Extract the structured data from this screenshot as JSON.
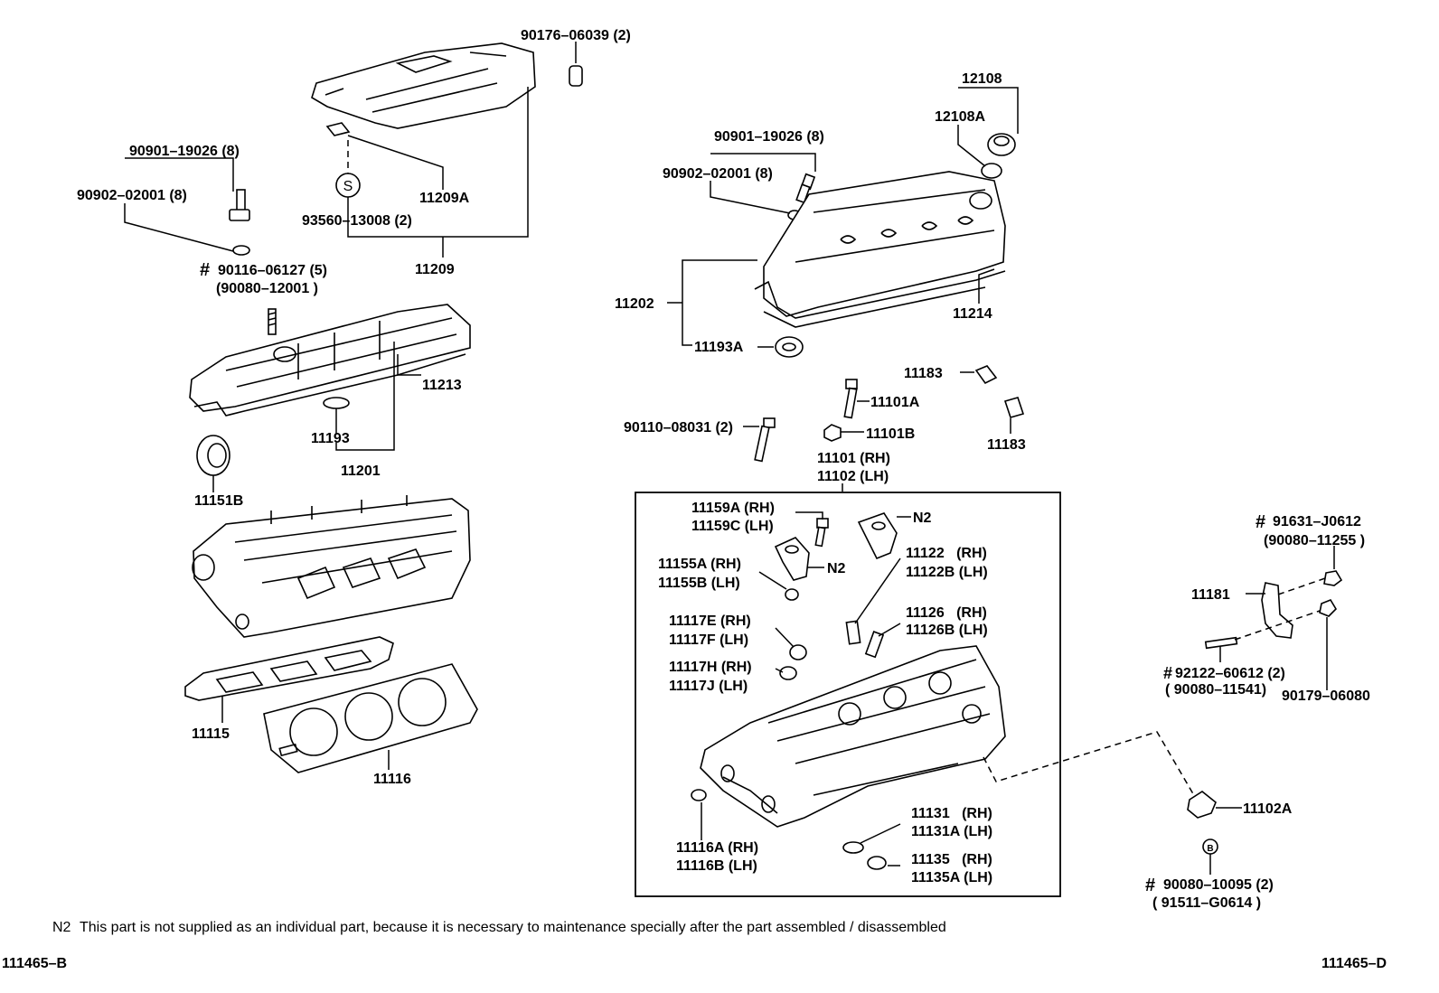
{
  "labels": {
    "l_90176_06039": "90176–06039 (2)",
    "l_12108": "12108",
    "l_12108A": "12108A",
    "l_90901_19026_left": "90901–19026 (8)",
    "l_90902_02001_left": "90902–02001 (8)",
    "l_11209A": "11209A",
    "l_93560_13008": "93560–13008 (2)",
    "l_11209": "11209",
    "l_s_mark": "S",
    "l_hash_90116": "#",
    "l_90116_06127": "90116–06127 (5)",
    "l_90080_12001": "(90080–12001 )",
    "l_90901_19026_right": "90901–19026 (8)",
    "l_90902_02001_right": "90902–02001 (8)",
    "l_11202": "11202",
    "l_11214": "11214",
    "l_11193A": "11193A",
    "l_11213": "11213",
    "l_11193": "11193",
    "l_11201": "11201",
    "l_11151B": "11151B",
    "l_11183_a": "11183",
    "l_11183_b": "11183",
    "l_11101A": "11101A",
    "l_11101B": "11101B",
    "l_90110_08031": "90110–08031 (2)",
    "l_11101_rh": "11101 (RH)",
    "l_11102_lh": "11102 (LH)",
    "l_11159A": "11159A (RH)",
    "l_11159C": "11159C (LH)",
    "l_n2_a": "N2",
    "l_n2_b": "N2",
    "l_11155A": "11155A (RH)",
    "l_11155B": "11155B (LH)",
    "l_11122": "11122   (RH)",
    "l_11122B": "11122B (LH)",
    "l_11117E": "11117E (RH)",
    "l_11117F": "11117F (LH)",
    "l_11126": "11126   (RH)",
    "l_11126B": "11126B (LH)",
    "l_11117H": "11117H (RH)",
    "l_11117J": "11117J (LH)",
    "l_11131": "11131   (RH)",
    "l_11131A": "11131A (LH)",
    "l_11135": "11135   (RH)",
    "l_11135A": "11135A (LH)",
    "l_11116A": "11116A (RH)",
    "l_11116B": "11116B (LH)",
    "l_11115": "11115",
    "l_11116": "11116",
    "l_hash_91631": "#",
    "l_91631_J0612": "91631–J0612",
    "l_90080_11255": "(90080–11255 )",
    "l_11181": "11181",
    "l_hash_92122": "#",
    "l_92122_60612": "92122–60612 (2)",
    "l_90080_11541": "( 90080–11541)",
    "l_90179_06080": "90179–06080",
    "l_11102A": "11102A",
    "l_hash_90080": "#",
    "l_90080_10095": "90080–10095 (2)",
    "l_91511_G0614": "( 91511–G0614 )"
  },
  "footer": {
    "note_code": "N2",
    "note_text": "This part is not supplied as an individual part, because it is necessary to maintenance specially after the part assembled / disassembled",
    "code_left": "111465–B",
    "code_right": "111465–D"
  }
}
